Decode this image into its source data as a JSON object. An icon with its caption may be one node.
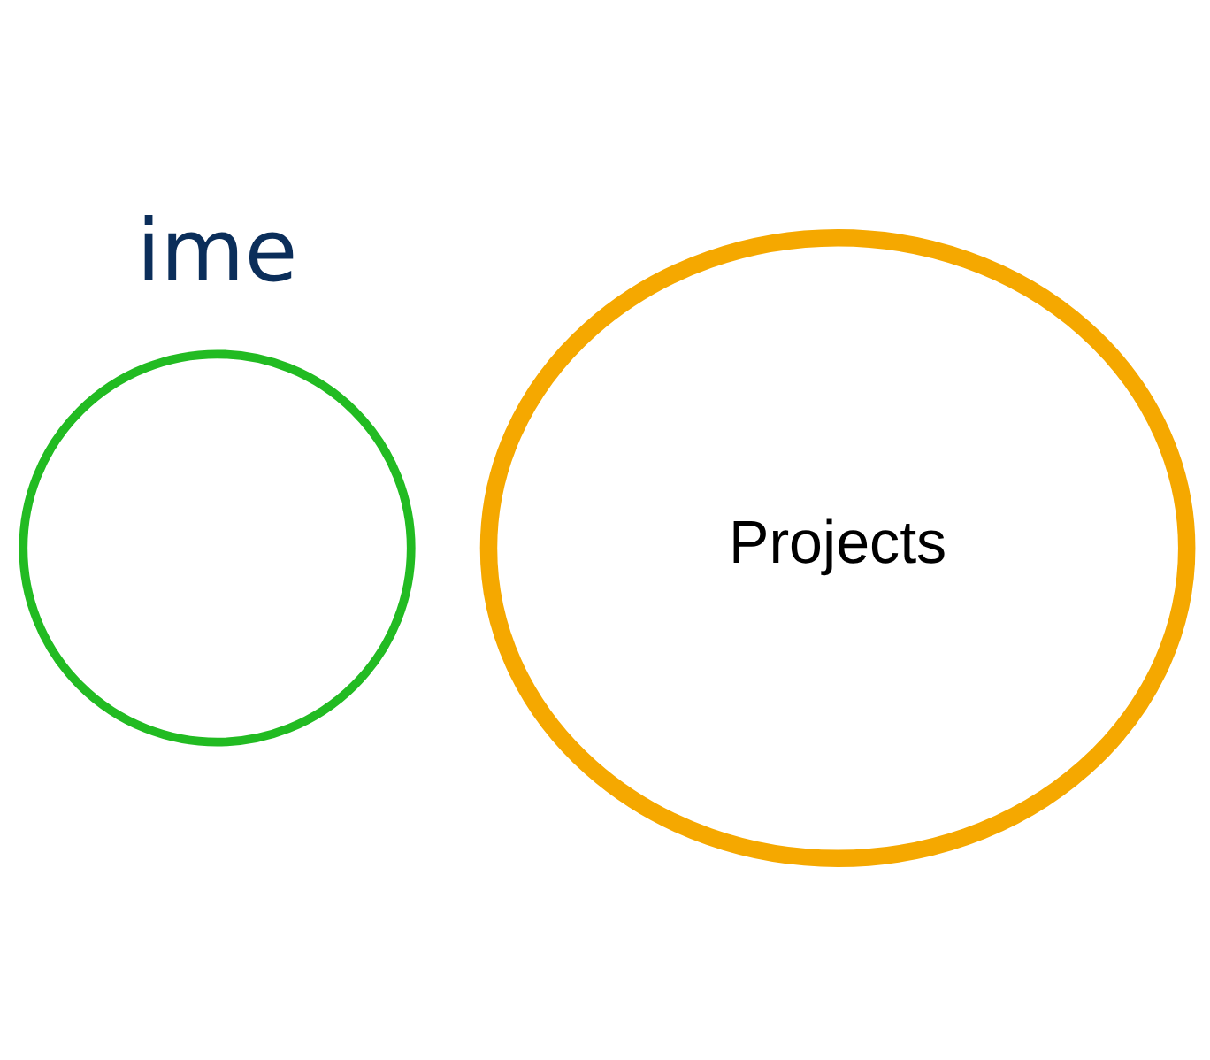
{
  "diagram": {
    "nodes": [
      {
        "text": [],
        "shape": "circle"
      },
      {
        "text": [
          "Projects"
        ]
      }
    ],
    "edges": [],
    "labels": [
      "ime"
    ]
  }
}
